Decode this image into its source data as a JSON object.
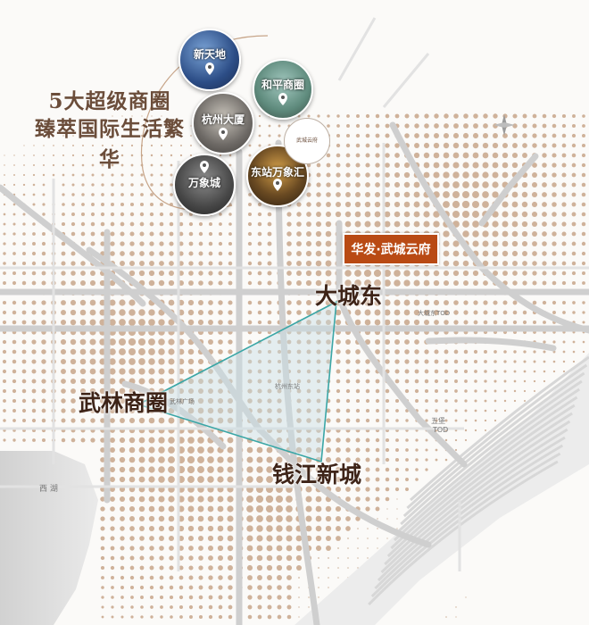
{
  "headline": {
    "line1": "5大超级商圈",
    "line2": "臻萃国际生活繁华"
  },
  "project_label": "华发·武城云府",
  "districts": {
    "dachengdong": "大城东",
    "wulin": "武林商圈",
    "qianjiang": "钱江新城"
  },
  "business_circles": [
    {
      "name": "新天地"
    },
    {
      "name": "和平商圈"
    },
    {
      "name": "杭州大厦"
    },
    {
      "name": "万象城"
    },
    {
      "name": "东站万象汇"
    }
  ],
  "badge_label": "武城云府",
  "map_labels": {
    "hangzhou_east_station": "杭州东站",
    "wubao": "五堡",
    "tod": "TOD",
    "west_lake": "西 湖",
    "wulin_station": "武林广场",
    "dachengdong_tod": "大城东TOD"
  },
  "colors": {
    "accent": "#b94a14",
    "dots": "#c7a589",
    "triangle_stroke": "#3aa6a6",
    "triangle_fill": "#c8dde5"
  }
}
